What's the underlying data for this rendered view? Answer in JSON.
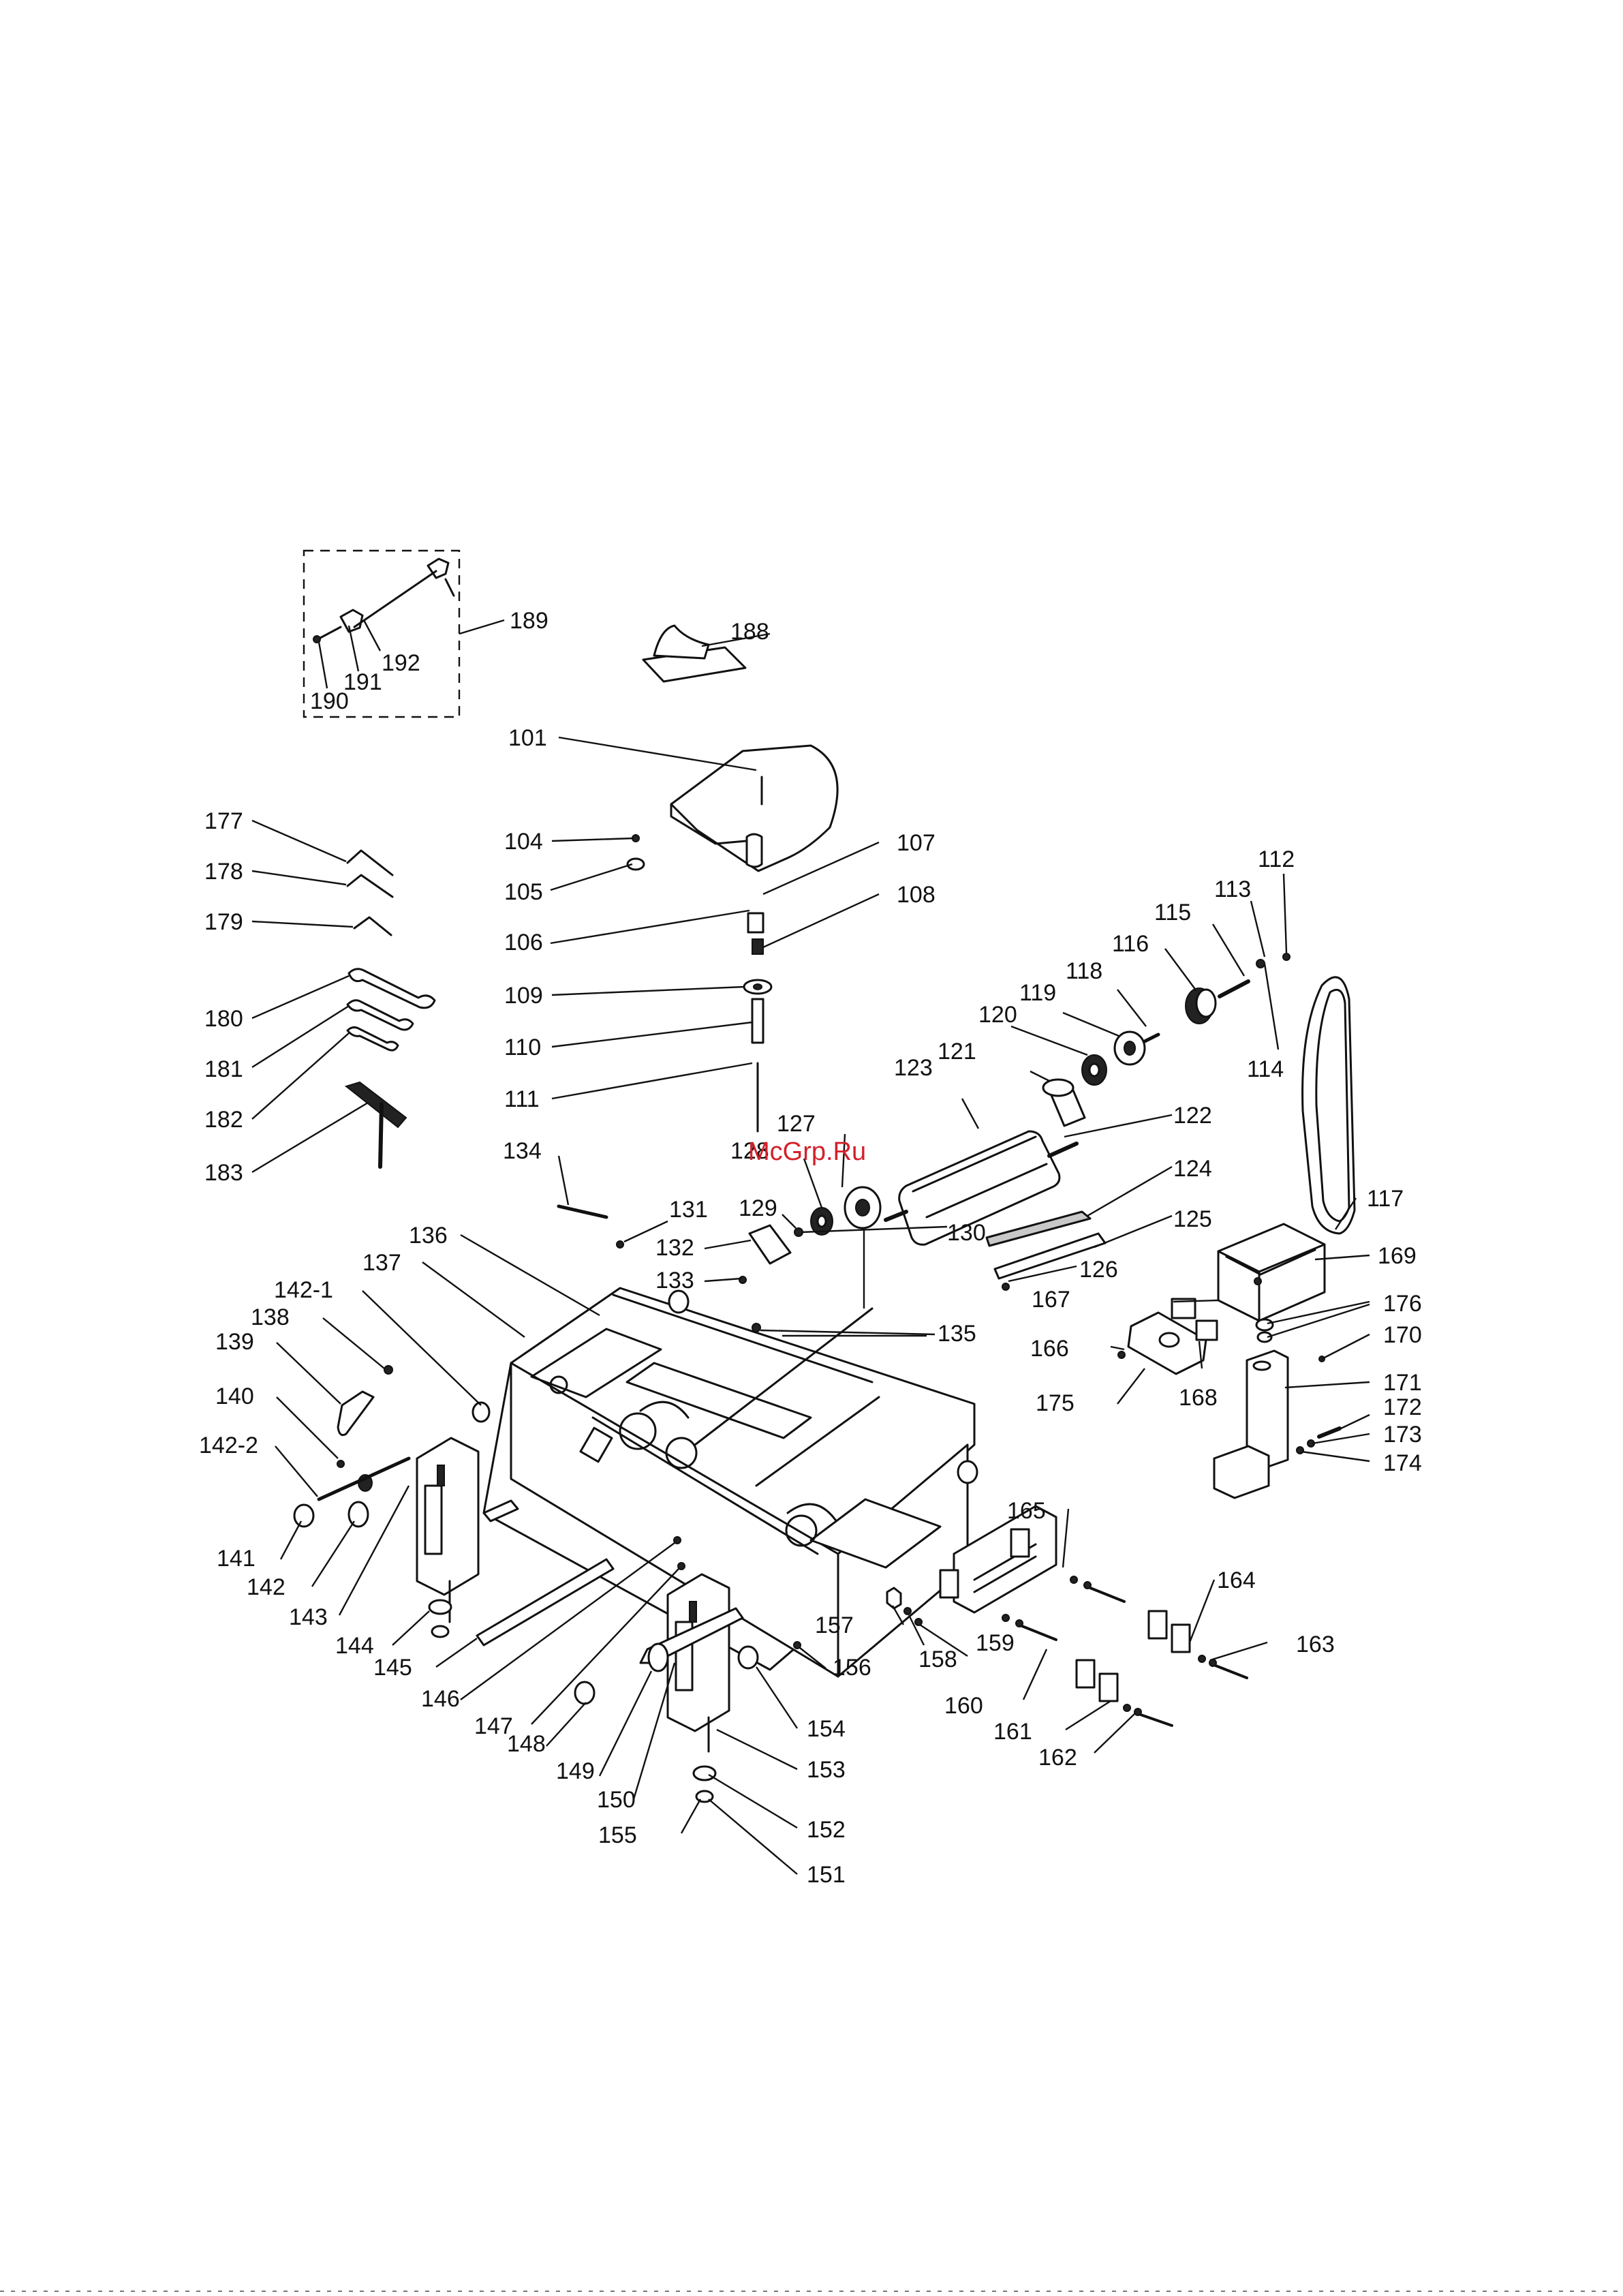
{
  "watermark": "McGrp.Ru",
  "callouts": {
    "c101": "101",
    "c104": "104",
    "c105": "105",
    "c106": "106",
    "c107": "107",
    "c108": "108",
    "c109": "109",
    "c110": "110",
    "c111": "111",
    "c112": "112",
    "c113": "113",
    "c114": "114",
    "c115": "115",
    "c116": "116",
    "c117": "117",
    "c118": "118",
    "c119": "119",
    "c120": "120",
    "c121": "121",
    "c122": "122",
    "c123": "123",
    "c124": "124",
    "c125": "125",
    "c126": "126",
    "c127": "127",
    "c128": "128",
    "c129": "129",
    "c130": "130",
    "c131": "131",
    "c132": "132",
    "c133": "133",
    "c134": "134",
    "c135": "135",
    "c136": "136",
    "c137": "137",
    "c138": "138",
    "c139": "139",
    "c140": "140",
    "c141": "141",
    "c142": "142",
    "c142_1": "142-1",
    "c142_2": "142-2",
    "c143": "143",
    "c144": "144",
    "c145": "145",
    "c146": "146",
    "c147": "147",
    "c148": "148",
    "c149": "149",
    "c150": "150",
    "c151": "151",
    "c152": "152",
    "c153": "153",
    "c154": "154",
    "c155": "155",
    "c156": "156",
    "c157": "157",
    "c158": "158",
    "c159": "159",
    "c160": "160",
    "c161": "161",
    "c162": "162",
    "c163": "163",
    "c164": "164",
    "c165": "165",
    "c166": "166",
    "c167": "167",
    "c168": "168",
    "c169": "169",
    "c170": "170",
    "c171": "171",
    "c172": "172",
    "c173": "173",
    "c174": "174",
    "c175": "175",
    "c176": "176",
    "c177": "177",
    "c178": "178",
    "c179": "179",
    "c180": "180",
    "c181": "181",
    "c182": "182",
    "c183": "183",
    "c188": "188",
    "c189": "189",
    "c190": "190",
    "c191": "191",
    "c192": "192"
  }
}
